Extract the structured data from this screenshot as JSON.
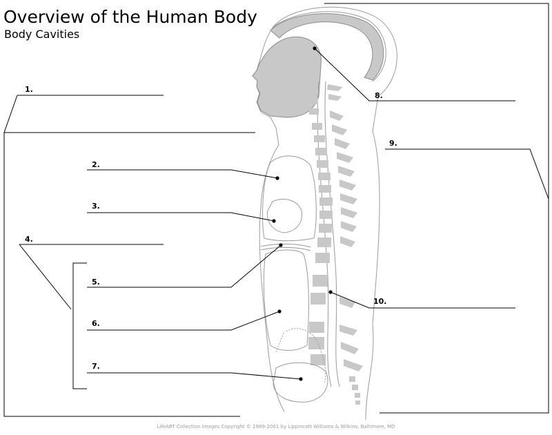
{
  "header": {
    "title": "Overview of the Human Body",
    "subtitle": "Body Cavities"
  },
  "labels": [
    "1.",
    "2.",
    "3.",
    "4.",
    "5.",
    "6.",
    "7.",
    "8.",
    "9.",
    "10."
  ],
  "footer": {
    "copyright": "LifeART Collection Images Copyright © 1989-2001 by Lippincott Williams & Wilkins, Baltimore, MD"
  },
  "colors": {
    "cavity_fill": "#c8c8c8",
    "outline": "#9a9a9a",
    "leader": "#000000",
    "footer_text": "#9a9a9a"
  }
}
